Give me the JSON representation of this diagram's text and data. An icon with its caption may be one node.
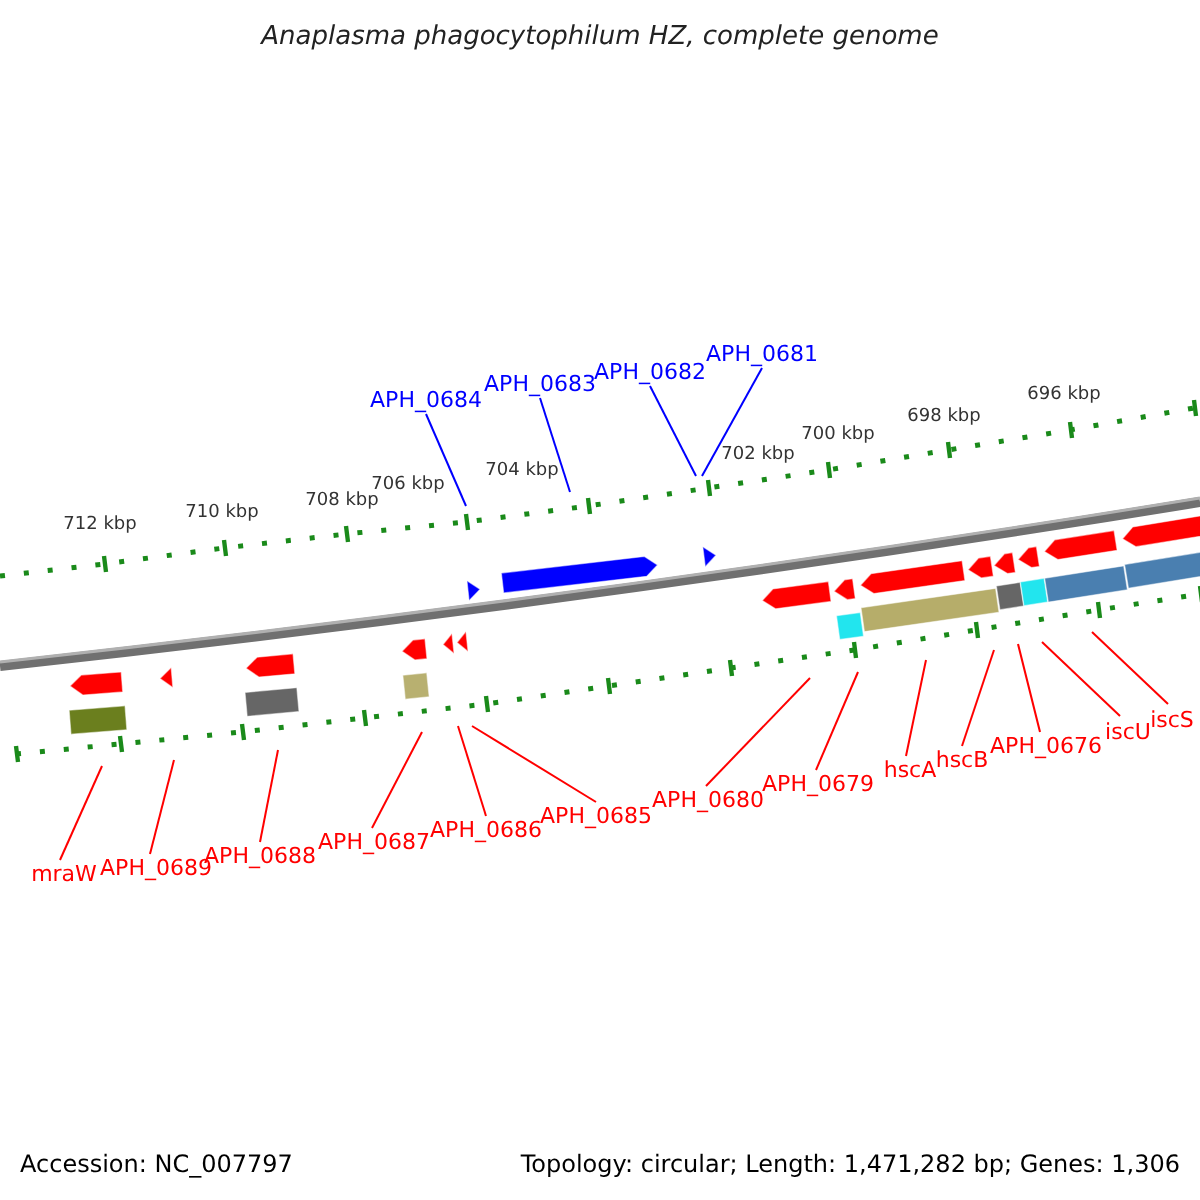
{
  "diagram": {
    "title": "Anaplasma phagocytophilum HZ, complete genome",
    "nodes": [
      {
        "text": [
          "APH_0684"
        ]
      },
      {
        "text": [
          "APH_0683"
        ]
      },
      {
        "text": [
          "APH_0682"
        ]
      },
      {
        "text": [
          "APH_0681"
        ]
      },
      {
        "text": [
          "mraW"
        ]
      },
      {
        "text": [
          "APH_0689"
        ]
      },
      {
        "text": [
          "APH_0688"
        ]
      },
      {
        "text": [
          "APH_0687"
        ]
      },
      {
        "text": [
          "APH_0686"
        ]
      },
      {
        "text": [
          "APH_0685"
        ]
      },
      {
        "text": [
          "APH_0680"
        ]
      },
      {
        "text": [
          "APH_0679"
        ]
      },
      {
        "text": [
          "hscA"
        ]
      },
      {
        "text": [
          "hscB"
        ]
      },
      {
        "text": [
          "APH_0676"
        ]
      },
      {
        "text": [
          "iscU"
        ]
      },
      {
        "text": [
          "iscS"
        ]
      }
    ],
    "edges": [
      {
        "from": 0,
        "to": null,
        "arrow": "none",
        "color": "#0000ff"
      },
      {
        "from": 1,
        "to": null,
        "arrow": "none",
        "color": "#0000ff"
      },
      {
        "from": 2,
        "to": null,
        "arrow": "none",
        "color": "#0000ff"
      },
      {
        "from": 3,
        "to": null,
        "arrow": "none",
        "color": "#0000ff"
      },
      {
        "from": 4,
        "to": null,
        "arrow": "none"
      },
      {
        "from": 5,
        "to": null,
        "arrow": "none"
      },
      {
        "from": 6,
        "to": null,
        "arrow": "none"
      },
      {
        "from": 7,
        "to": null,
        "arrow": "none"
      },
      {
        "from": 8,
        "to": null,
        "arrow": "none"
      },
      {
        "from": 9,
        "to": null,
        "arrow": "none"
      },
      {
        "from": 10,
        "to": null,
        "arrow": "none"
      },
      {
        "from": 11,
        "to": null,
        "arrow": "none"
      },
      {
        "from": 12,
        "to": null,
        "arrow": "none"
      },
      {
        "from": 13,
        "to": null,
        "arrow": "none"
      },
      {
        "from": 14,
        "to": null,
        "arrow": "none"
      },
      {
        "from": 15,
        "to": null,
        "arrow": "none"
      },
      {
        "from": 16,
        "to": null,
        "arrow": "none"
      }
    ],
    "labels": [
      "712 kbp",
      "710 kbp",
      "708 kbp",
      "706 kbp",
      "704 kbp",
      "702 kbp",
      "700 kbp",
      "698 kbp",
      "696 kbp",
      "Accession: NC_007797",
      "Topology: circular; Length: 1,471,282 bp; Genes: 1,306"
    ]
  }
}
